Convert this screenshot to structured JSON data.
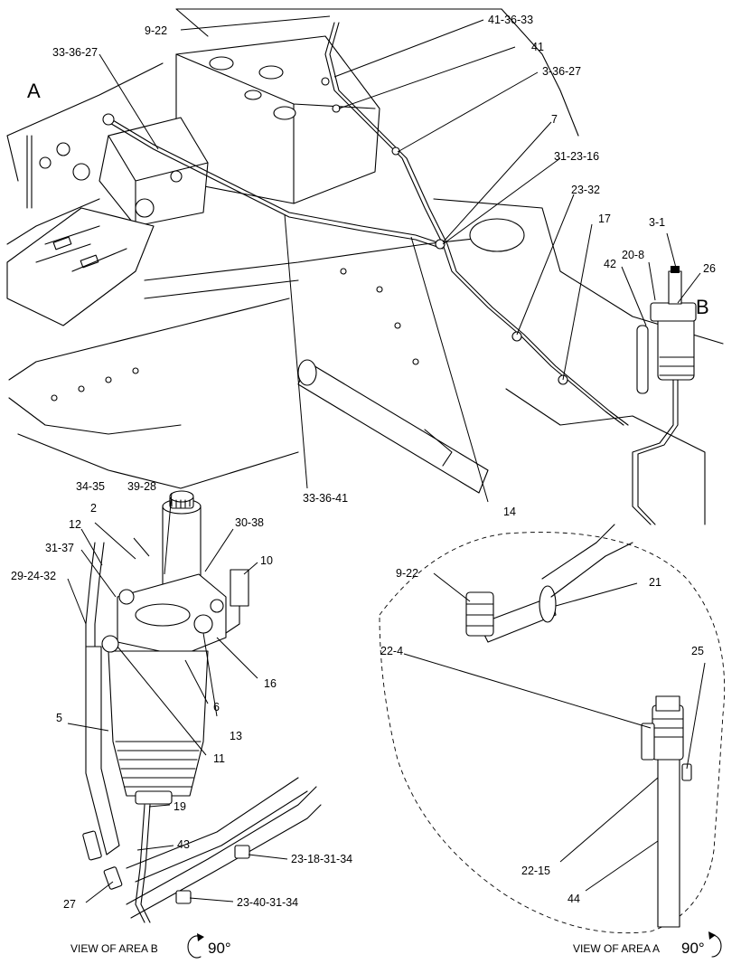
{
  "labels": {
    "l_9_22_top": "9-22",
    "l_41_36_33": "41-36-33",
    "l_33_36_27": "33-36-27",
    "l_41": "41",
    "l_3_36_27": "3-36-27",
    "l_7": "7",
    "l_31_23_16": "31-23-16",
    "l_23_32": "23-32",
    "l_17": "17",
    "l_3_1": "3-1",
    "l_20_8": "20-8",
    "l_42": "42",
    "l_26": "26",
    "l_33_36_41": "33-36-41",
    "l_14": "14",
    "l_34_35": "34-35",
    "l_39_28": "39-28",
    "l_2": "2",
    "l_30_38": "30-38",
    "l_12": "12",
    "l_10": "10",
    "l_31_37": "31-37",
    "l_29_24_32": "29-24-32",
    "l_16": "16",
    "l_6": "6",
    "l_5": "5",
    "l_13": "13",
    "l_11": "11",
    "l_19": "19",
    "l_43": "43",
    "l_23_18_31_34": "23-18-31-34",
    "l_27": "27",
    "l_23_40_31_34": "23-40-31-34",
    "l_9_22_a": "9-22",
    "l_21": "21",
    "l_22_4": "22-4",
    "l_25": "25",
    "l_22_15": "22-15",
    "l_44": "44"
  },
  "area_markers": {
    "a": "A",
    "b": "B"
  },
  "captions": {
    "view_b": "VIEW OF AREA B",
    "view_a": "VIEW OF AREA A",
    "rotation_b": "90°",
    "rotation_a": "90°"
  },
  "icons": {
    "rotation": "rotate-ccw-arrow-icon"
  },
  "colors": {
    "ink": "#000000",
    "paper": "#ffffff"
  }
}
